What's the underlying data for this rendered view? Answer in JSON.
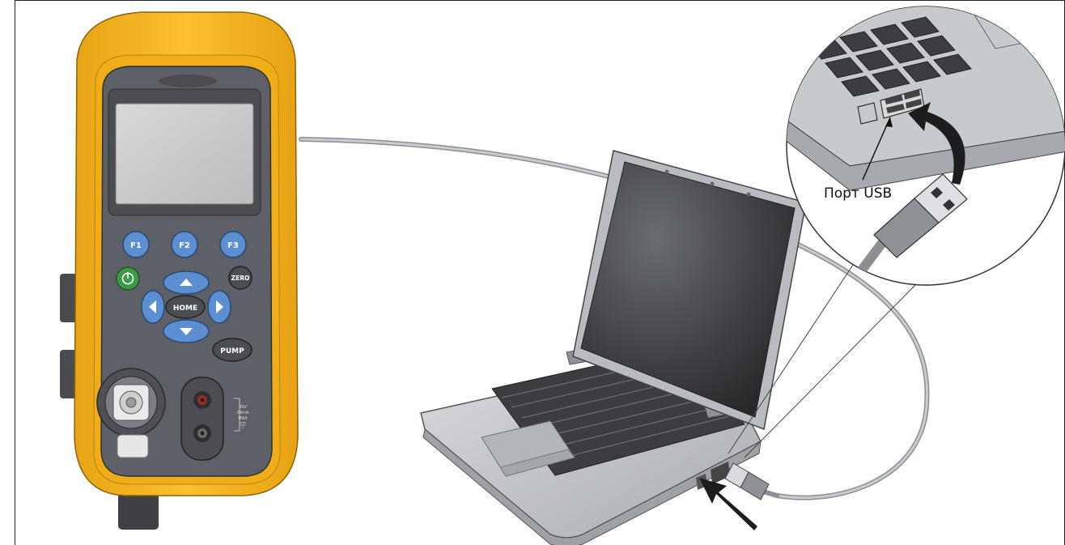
{
  "device": {
    "buttons": {
      "f1": "F1",
      "f2": "F2",
      "f3": "F3",
      "zero": "ZERO",
      "home": "HOME",
      "pump": "PUMP"
    },
    "terminal_markings": [
      "30V",
      "24mA",
      "MAX"
    ],
    "power_icon": "power-icon"
  },
  "callout": {
    "label": "Порт USB"
  },
  "colors": {
    "device_body": "#f6b81c",
    "device_face": "#5d6066",
    "key_blue": "#5c8fd2",
    "key_dark": "#4a4d52",
    "power_green": "#3d9b48",
    "laptop_body": "#c9ccd0",
    "screen": "#2f3134",
    "cable": "#a7abb0",
    "arrow": "#1d1d1d"
  }
}
